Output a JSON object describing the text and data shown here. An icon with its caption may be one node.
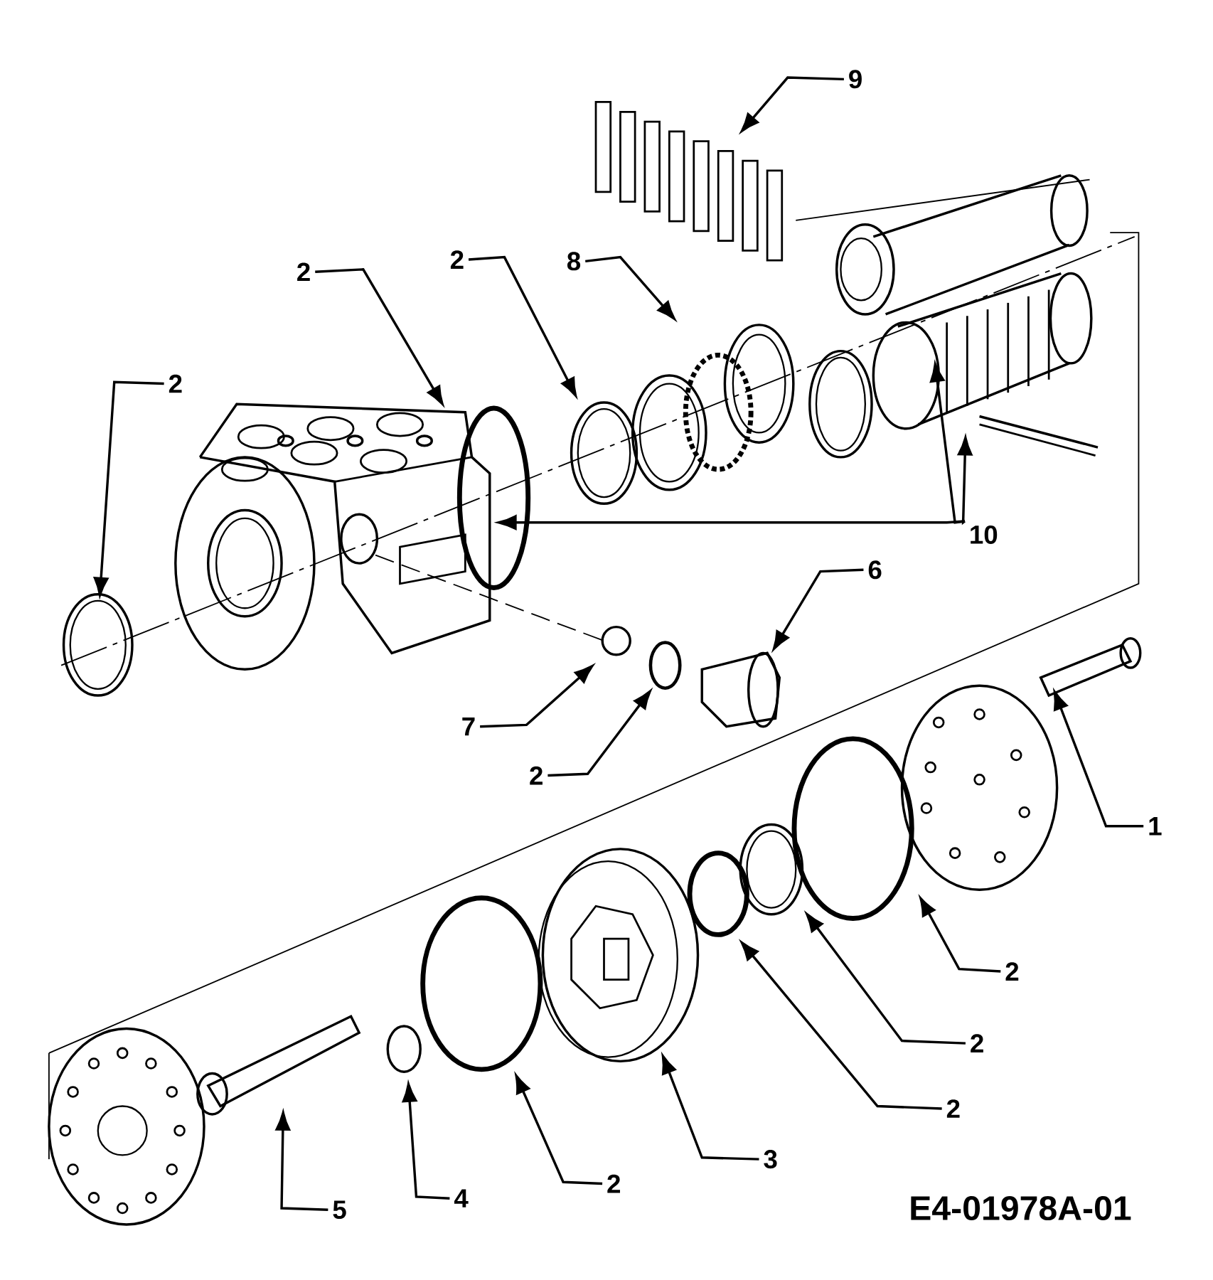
{
  "diagram": {
    "nodes": [
      {
        "text": [
          "9"
        ]
      },
      {
        "text": [
          "2"
        ]
      },
      {
        "text": [
          "2"
        ]
      },
      {
        "text": [
          "8"
        ]
      },
      {
        "text": [
          "2"
        ]
      },
      {
        "text": [
          "10"
        ]
      },
      {
        "text": [
          "6"
        ]
      },
      {
        "text": [
          "7"
        ]
      },
      {
        "text": [
          "2"
        ]
      },
      {
        "text": [
          "1"
        ]
      },
      {
        "text": [
          "2"
        ]
      },
      {
        "text": [
          "2"
        ]
      },
      {
        "text": [
          "2"
        ]
      },
      {
        "text": [
          "3"
        ]
      },
      {
        "text": [
          "2"
        ]
      },
      {
        "text": [
          "4"
        ]
      },
      {
        "text": [
          "5"
        ]
      }
    ],
    "edges": [
      {
        "from": 0,
        "to": null,
        "arrow": "to"
      },
      {
        "from": 1,
        "to": null,
        "arrow": "to"
      },
      {
        "from": 2,
        "to": null,
        "arrow": "to"
      },
      {
        "from": 3,
        "to": null,
        "arrow": "to"
      },
      {
        "from": 4,
        "to": null,
        "arrow": "to"
      },
      {
        "from": 5,
        "to": null,
        "arrow": "to"
      },
      {
        "from": 5,
        "to": null,
        "arrow": "to"
      },
      {
        "from": 5,
        "to": null,
        "arrow": "to"
      },
      {
        "from": 6,
        "to": null,
        "arrow": "to"
      },
      {
        "from": 7,
        "to": null,
        "arrow": "to"
      },
      {
        "from": 8,
        "to": null,
        "arrow": "to"
      },
      {
        "from": 9,
        "to": null,
        "arrow": "to"
      },
      {
        "from": 10,
        "to": null,
        "arrow": "to"
      },
      {
        "from": 11,
        "to": null,
        "arrow": "to"
      },
      {
        "from": 12,
        "to": null,
        "arrow": "to"
      },
      {
        "from": 13,
        "to": null,
        "arrow": "to"
      },
      {
        "from": 14,
        "to": null,
        "arrow": "to"
      },
      {
        "from": 15,
        "to": null,
        "arrow": "to"
      },
      {
        "from": 16,
        "to": null,
        "arrow": "to"
      }
    ],
    "labels": [
      "E4-01978A-01"
    ]
  }
}
